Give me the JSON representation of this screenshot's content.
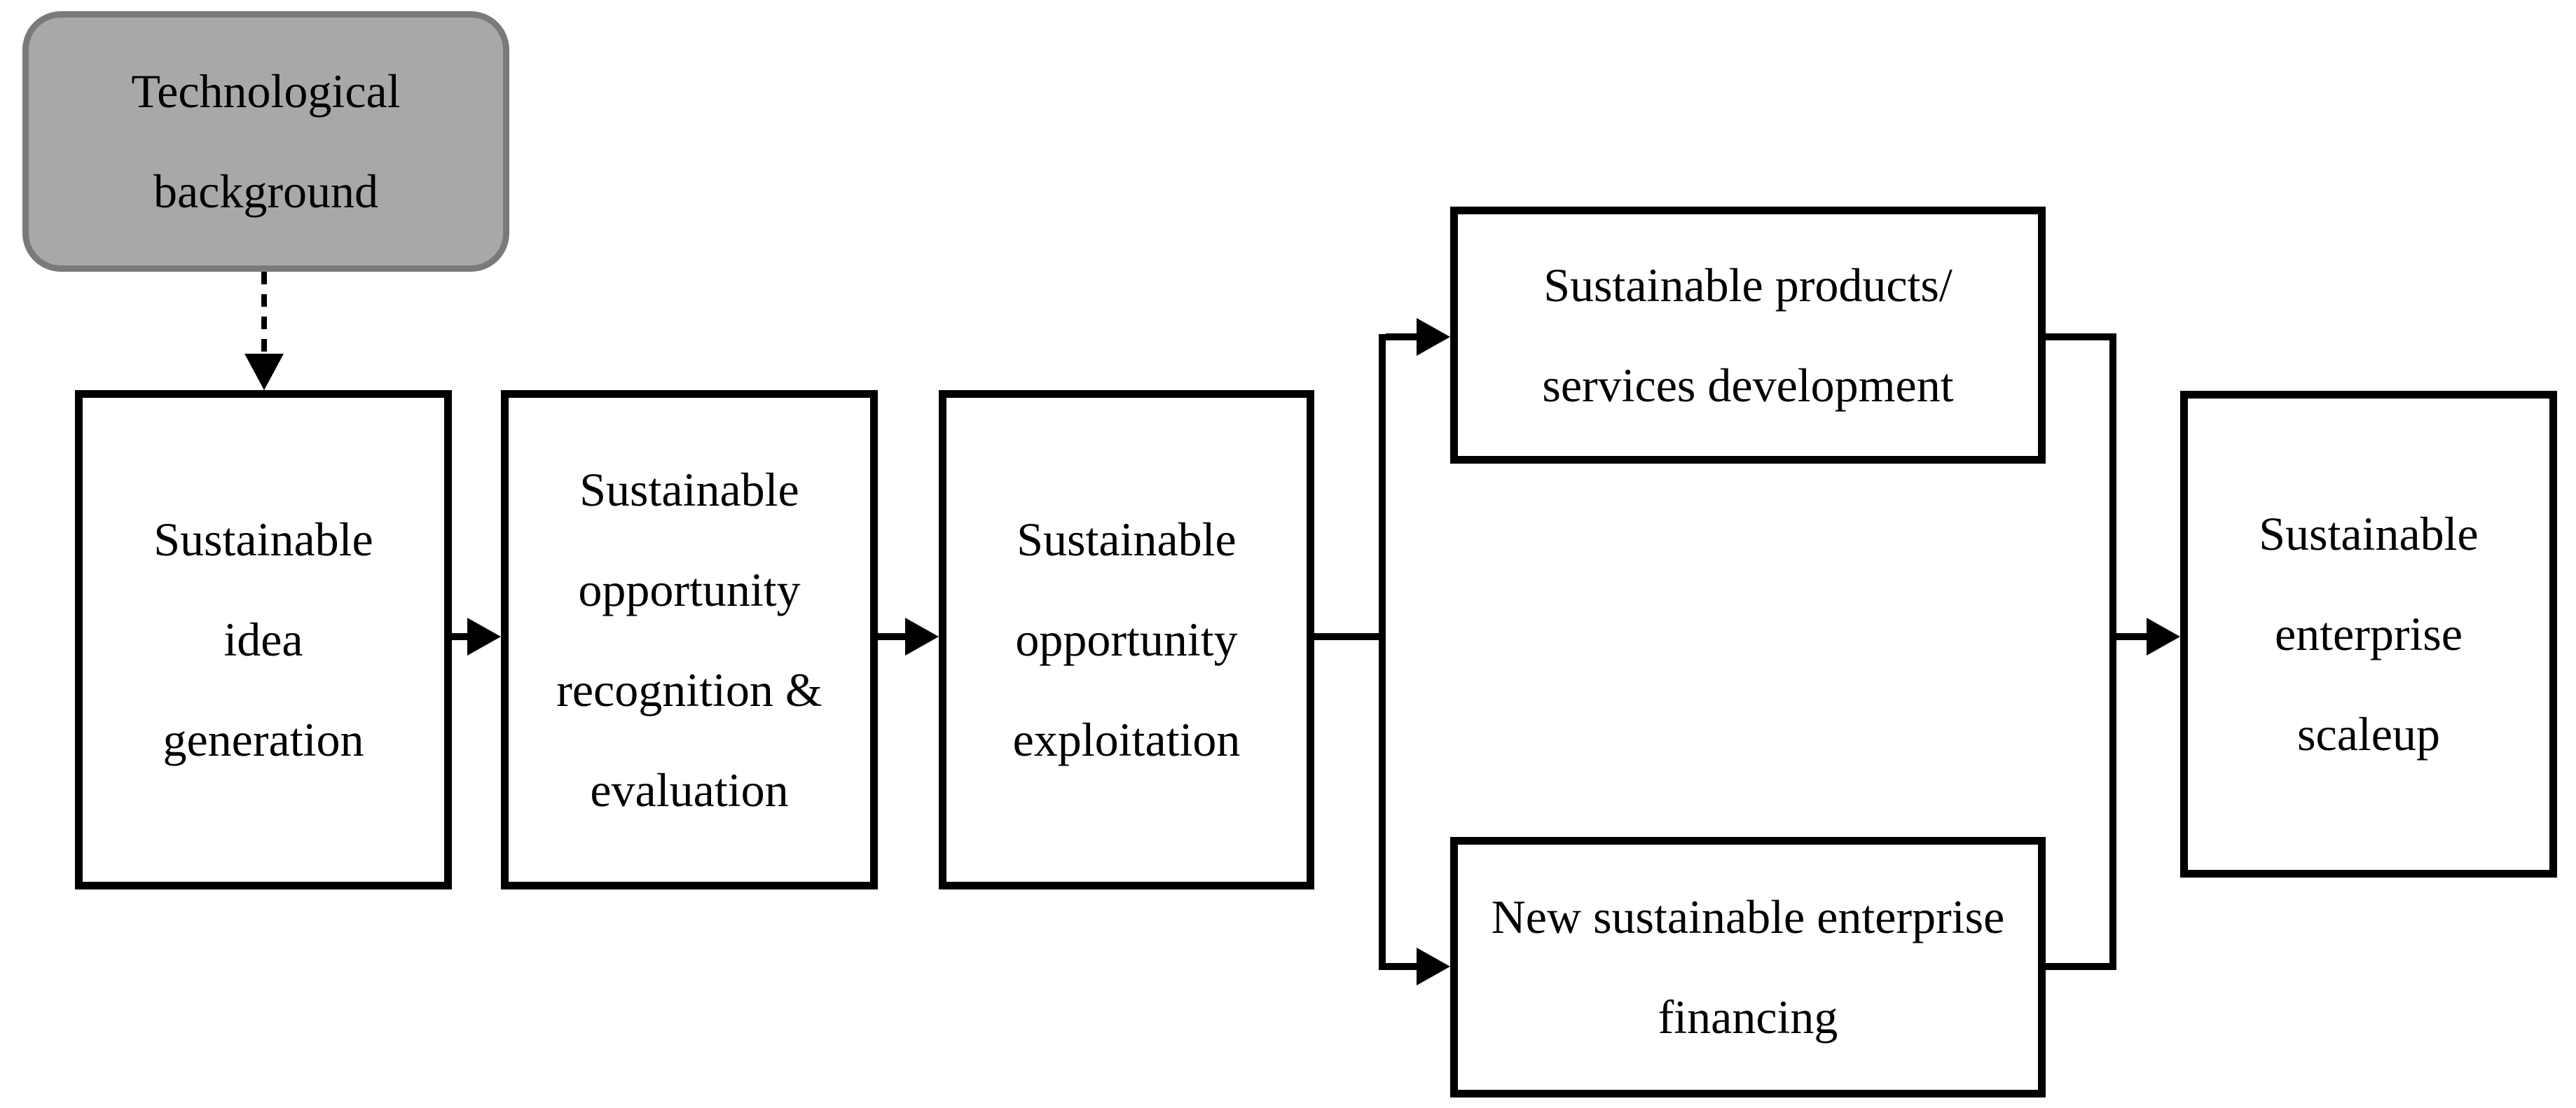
{
  "diagram": {
    "type": "flowchart",
    "nodes": {
      "technological_background": {
        "lines": [
          "Technological",
          "background"
        ]
      },
      "idea_generation": {
        "lines": [
          "Sustainable",
          "idea",
          "generation"
        ]
      },
      "opportunity_recognition": {
        "lines": [
          "Sustainable",
          "opportunity",
          "recognition &",
          "evaluation"
        ]
      },
      "opportunity_exploitation": {
        "lines": [
          "Sustainable",
          "opportunity",
          "exploitation"
        ]
      },
      "products_services": {
        "lines": [
          "Sustainable products/",
          "services development"
        ]
      },
      "enterprise_financing": {
        "lines": [
          "New sustainable enterprise",
          "financing"
        ]
      },
      "enterprise_scaleup": {
        "lines": [
          "Sustainable",
          "enterprise",
          "scaleup"
        ]
      }
    },
    "edges": [
      {
        "from": "technological_background",
        "to": "idea_generation",
        "style": "dashed-arrow"
      },
      {
        "from": "idea_generation",
        "to": "opportunity_recognition",
        "style": "solid-arrow"
      },
      {
        "from": "opportunity_recognition",
        "to": "opportunity_exploitation",
        "style": "solid-arrow"
      },
      {
        "from": "opportunity_exploitation",
        "to": "products_services",
        "style": "solid-arrow"
      },
      {
        "from": "opportunity_exploitation",
        "to": "enterprise_financing",
        "style": "solid-arrow"
      },
      {
        "from": "products_services",
        "to": "enterprise_scaleup",
        "style": "solid-arrow"
      },
      {
        "from": "enterprise_financing",
        "to": "enterprise_scaleup",
        "style": "solid-arrow"
      }
    ],
    "colors": {
      "node_border": "#000000",
      "node_fill": "#ffffff",
      "connector": "#000000",
      "start_fill": "#a8a8a8",
      "start_border": "#7a7a7a",
      "text": "#000000",
      "canvas": "#ffffff"
    }
  }
}
